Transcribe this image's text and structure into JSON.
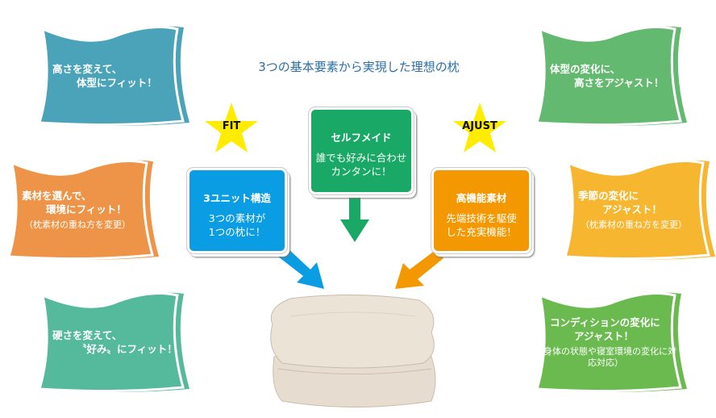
{
  "title": "3つの基本要素から実現した理想の枕",
  "stars": {
    "fit": "FIT",
    "ajust": "AJUST"
  },
  "boxes": {
    "unit": {
      "title": "3ユニット構造",
      "lines": [
        "3つの素材が",
        "1つの枕に！"
      ],
      "color": "#0a9de3"
    },
    "self": {
      "title": "セルフメイド",
      "lines": [
        "誰でも好みに合わせ",
        "カンタンに！"
      ],
      "color": "#1aa866"
    },
    "material": {
      "title": "高機能素材",
      "lines": [
        "先端技術を駆使",
        "した充実機能！"
      ],
      "color": "#f39800"
    }
  },
  "pillows": [
    {
      "l1": "高さを変えて、",
      "l2": "体型にフィット！",
      "sub": "",
      "color": "#4aa3b8"
    },
    {
      "l1": "素材を選んで、",
      "l2": "環境にフィット！",
      "sub": "（枕素材の重ね方を変更）",
      "color": "#ee9448"
    },
    {
      "l1": "硬さを変えて、",
      "l2": "〝好み〟にフィット！",
      "sub": "",
      "color": "#55b99c"
    },
    {
      "l1": "体型の変化に、",
      "l2": "高さをアジャスト！",
      "sub": "",
      "color": "#63b970"
    },
    {
      "l1": "季節の変化に",
      "l2": "アジャスト！",
      "sub": "（枕素材の重ね方を変更）",
      "color": "#f7b630"
    },
    {
      "l1": "コンディションの変化に",
      "l2": "アジャスト！",
      "sub": "（身体の状態や寝室環境の変化に対応対応）",
      "color": "#6aba4f"
    }
  ]
}
